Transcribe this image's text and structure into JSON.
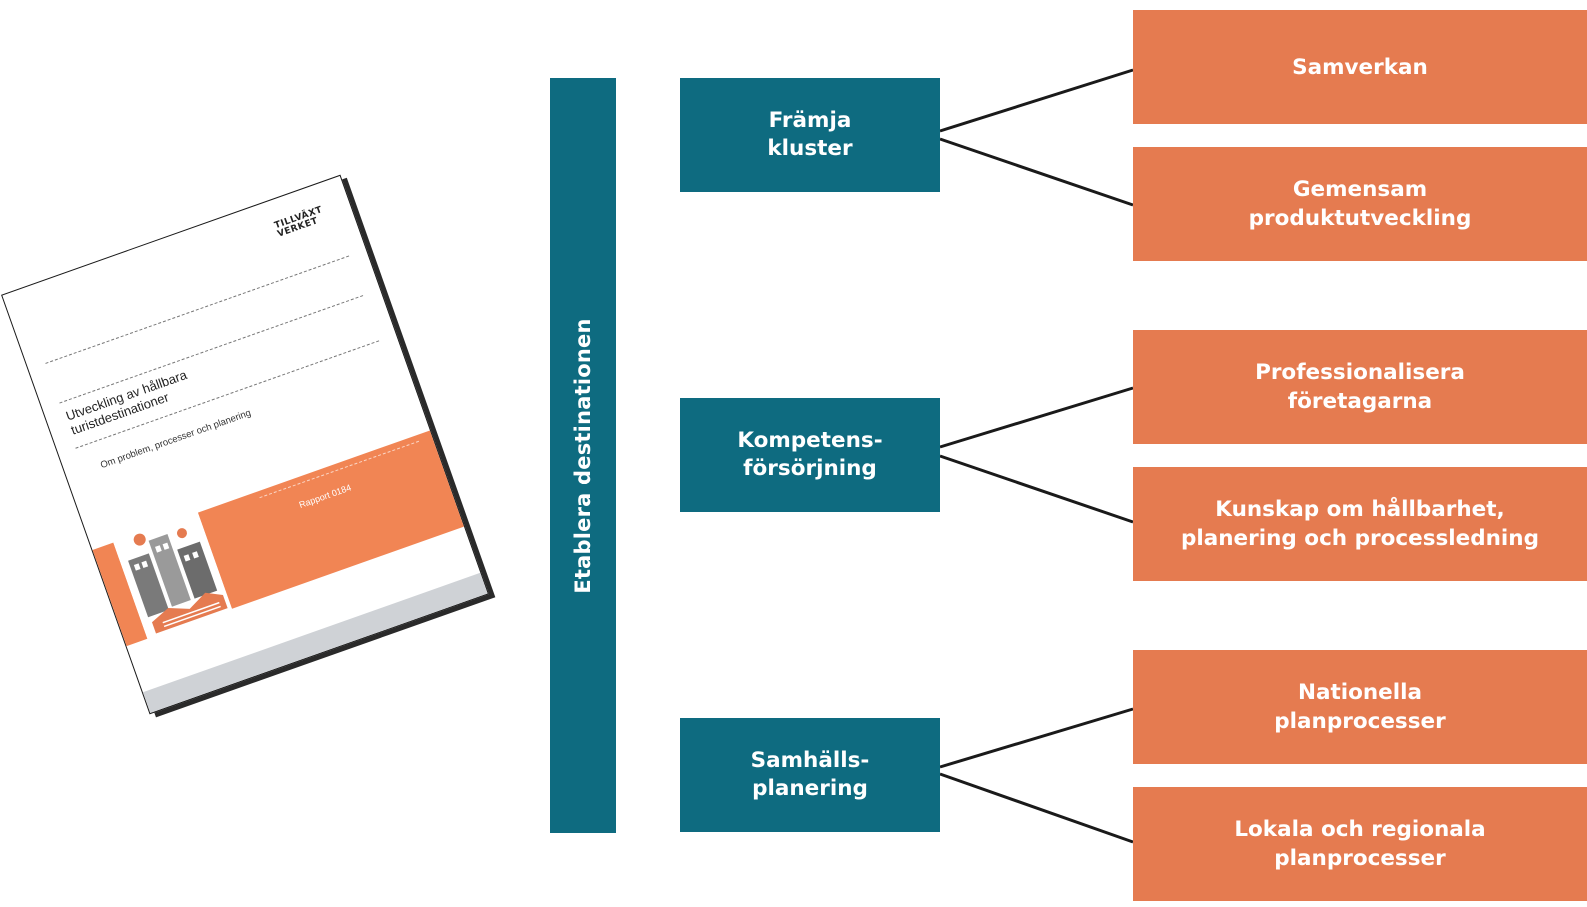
{
  "cover": {
    "logo": "TILLVÄXT VERKET",
    "title": "Utveckling av hållbara turistdestinationer",
    "subtitle": "Om problem, processer och planering",
    "report_number": "Rapport 0184",
    "band_color": "#f18554"
  },
  "diagram": {
    "root_label": "Etablera destinationen",
    "colors": {
      "teal": "#0e6b80",
      "orange": "#e57b50"
    },
    "branches": [
      {
        "label": "Främja\nkluster",
        "children": [
          "Samverkan",
          "Gemensam\nproduktutveckling"
        ]
      },
      {
        "label": "Kompetens-\nförsörjning",
        "children": [
          "Professionalisera\nföretagarna",
          "Kunskap om hållbarhet,\nplanering och processledning"
        ]
      },
      {
        "label": "Samhälls-\nplanering",
        "children": [
          "Nationella\nplanprocesser",
          "Lokala och regionala\nplanprocesser"
        ]
      }
    ]
  }
}
